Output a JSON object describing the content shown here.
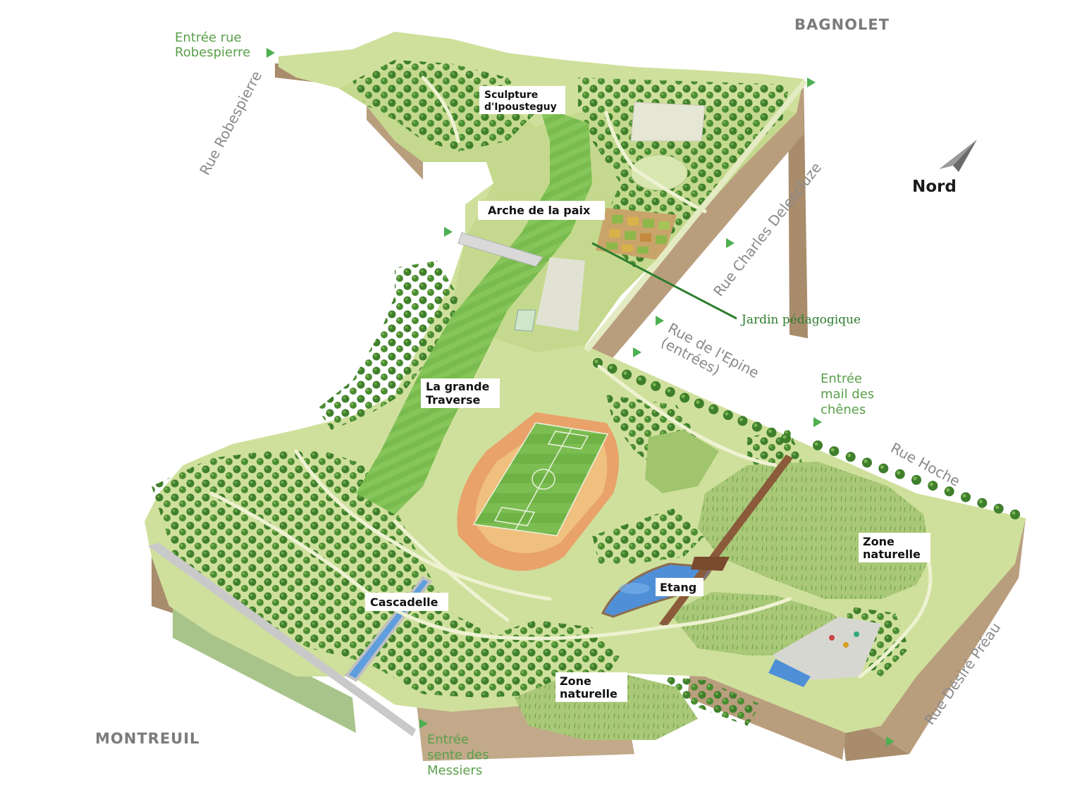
{
  "cities": {
    "north": "BAGNOLET",
    "south": "MONTREUIL"
  },
  "compass": {
    "label": "Nord"
  },
  "streets": {
    "robespierre": "Rue Robespierre",
    "delescluze": "Rue Charles Delescluze",
    "epine_line1": "Rue de l'Epine",
    "epine_line2": "(entrées)",
    "hoche": "Rue Hoche",
    "preau": "Rue Désiré Préau"
  },
  "entrances": {
    "robespierre_line1": "Entrée rue",
    "robespierre_line2": "Robespierre",
    "chenes_line1": "Entrée",
    "chenes_line2": "mail des",
    "chenes_line3": "chênes",
    "messiers_line1": "Entrée",
    "messiers_line2": "sente des",
    "messiers_line3": "Messiers"
  },
  "places": {
    "sculpture_line1": "Sculpture",
    "sculpture_line2": "d'Ipousteguy",
    "arche": "Arche de la paix",
    "traverse_line1": "La grande",
    "traverse_line2": "Traverse",
    "cascadelle": "Cascadelle",
    "etang": "Etang",
    "zone_nat_east_line1": "Zone",
    "zone_nat_east_line2": "naturelle",
    "zone_nat_south_line1": "Zone",
    "zone_nat_south_line2": "naturelle"
  },
  "callouts": {
    "jardin": "Jardin pédagogique"
  },
  "colors": {
    "park_light": "#d3e3a2",
    "park_mid": "#bcd486",
    "lawn": "#7fbf4f",
    "tree": "#3f7f2c",
    "wall": "#b99e7e",
    "track": "#e6a66e",
    "water": "#4f8fd8",
    "road_label": "#8a8a8a",
    "entry_label": "#5aa04a",
    "callout_line": "#2e7d2e"
  }
}
